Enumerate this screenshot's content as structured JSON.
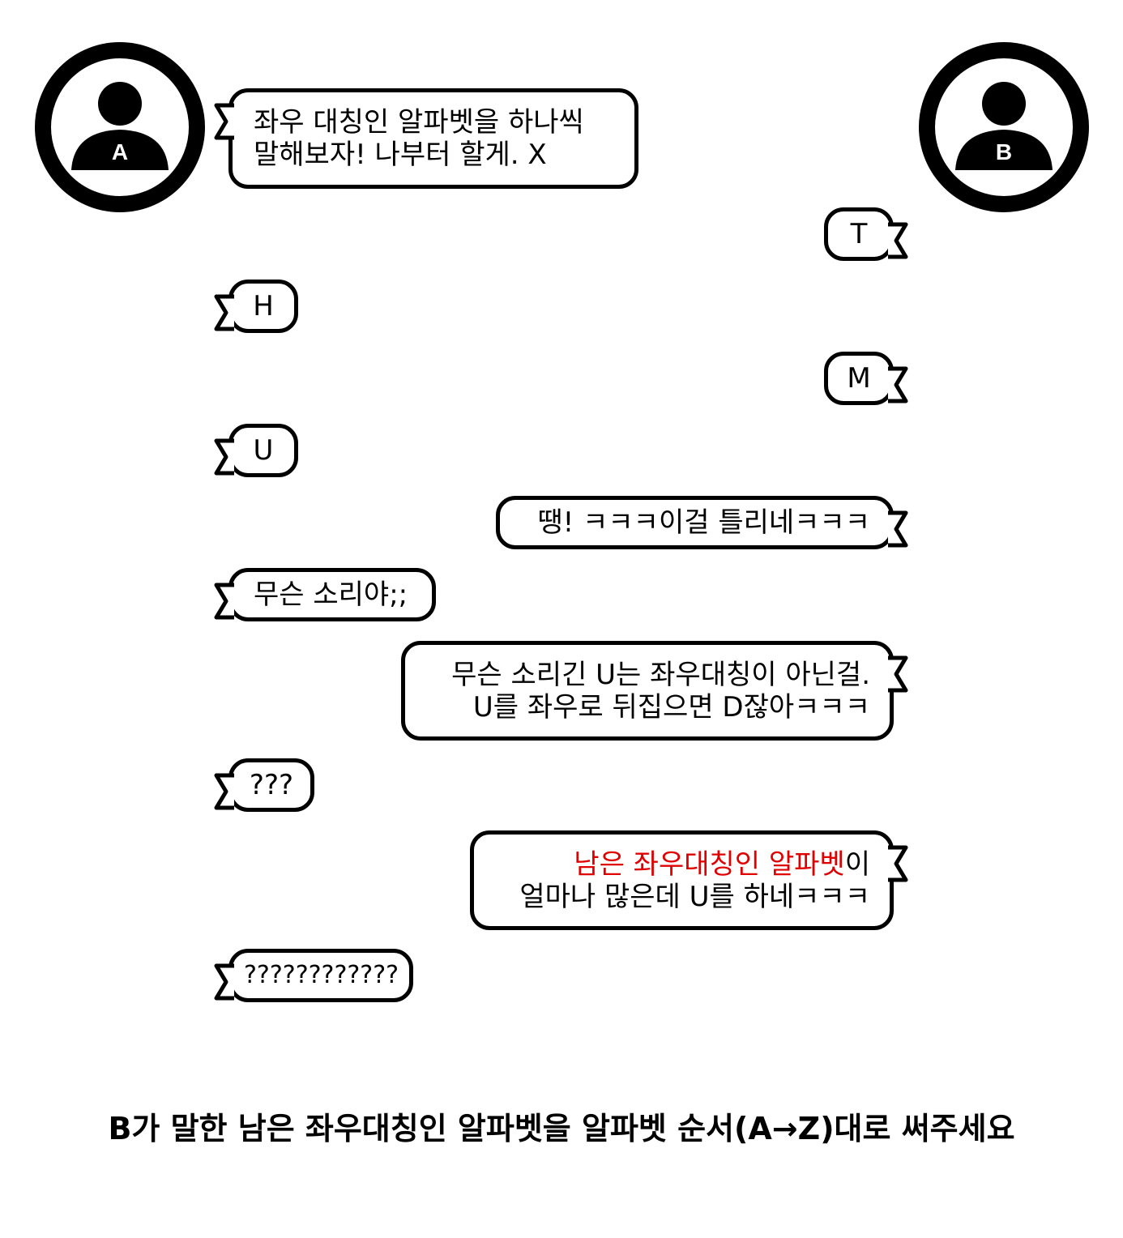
{
  "participants": [
    {
      "id": "A",
      "letter": "A"
    },
    {
      "id": "B",
      "letter": "B"
    }
  ],
  "messages": [
    {
      "speaker": "A",
      "lines": [
        "좌우 대칭인 알파벳을 하나씩",
        "말해보자! 나부터 할게. X"
      ]
    },
    {
      "speaker": "B",
      "lines": [
        "T"
      ]
    },
    {
      "speaker": "A",
      "lines": [
        "H"
      ]
    },
    {
      "speaker": "B",
      "lines": [
        "M"
      ]
    },
    {
      "speaker": "A",
      "lines": [
        "U"
      ]
    },
    {
      "speaker": "B",
      "lines": [
        "땡! ㅋㅋㅋ이걸 틀리네ㅋㅋㅋ"
      ]
    },
    {
      "speaker": "A",
      "lines": [
        "무슨 소리야;;"
      ]
    },
    {
      "speaker": "B",
      "lines": [
        "무슨 소리긴 U는 좌우대칭이 아닌걸.",
        "U를 좌우로 뒤집으면 D잖아ㅋㅋㅋ"
      ]
    },
    {
      "speaker": "A",
      "lines": [
        "???"
      ]
    },
    {
      "speaker": "B",
      "lines_rich": [
        {
          "highlight": "남은 좌우대칭인 알파벳",
          "rest": "이"
        },
        {
          "highlight": "",
          "rest": "얼마나 많은데 U를 하네ㅋㅋㅋ"
        }
      ]
    },
    {
      "speaker": "A",
      "lines": [
        "????????????"
      ]
    }
  ],
  "question": "B가 말한 남은 좌우대칭인 알파벳을 알파벳 순서(A→Z)대로 써주세요",
  "colors": {
    "highlight": "#e00000",
    "outline": "#000000",
    "background": "#ffffff"
  }
}
